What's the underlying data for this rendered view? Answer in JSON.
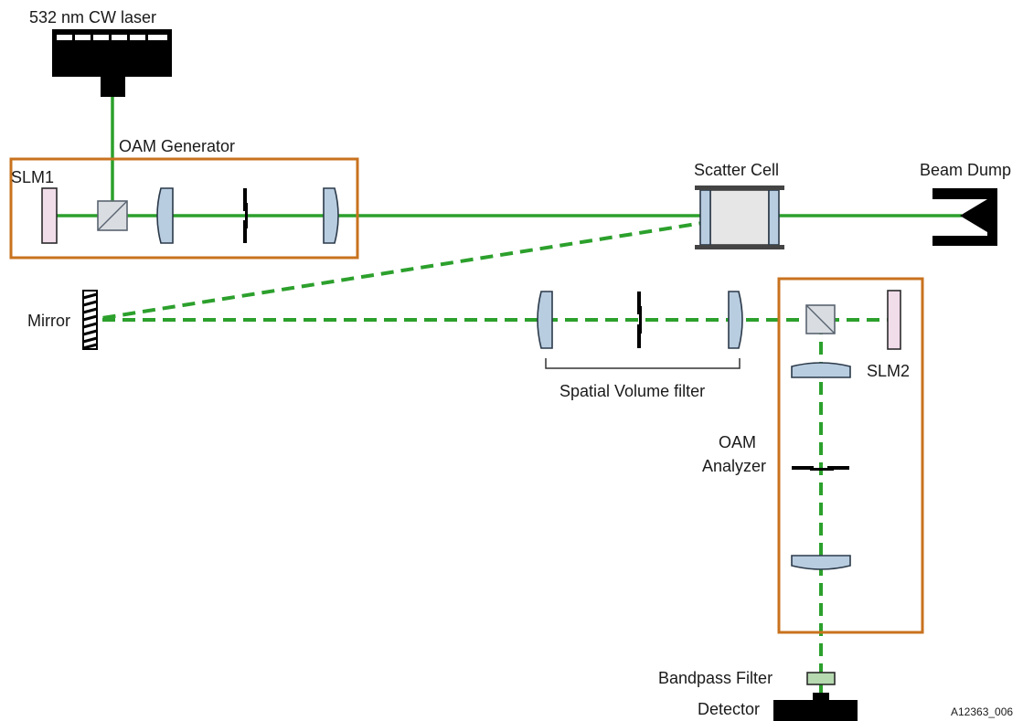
{
  "labels": {
    "laser": "532 nm CW laser",
    "oam_generator": "OAM Generator",
    "slm1": "SLM1",
    "scatter_cell": "Scatter Cell",
    "beam_dump": "Beam Dump",
    "mirror": "Mirror",
    "spatial_volume_filter": "Spatial Volume filter",
    "slm2": "SLM2",
    "oam_analyzer_line1": "OAM",
    "oam_analyzer_line2": "Analyzer",
    "bandpass_filter": "Bandpass Filter",
    "detector": "Detector",
    "figure_id": "A12363_006"
  },
  "colors": {
    "beam": "#2ca02c",
    "box_outline": "#c8721e",
    "lens_fill": "#b9cde0",
    "slm_fill": "#f1dcea"
  }
}
